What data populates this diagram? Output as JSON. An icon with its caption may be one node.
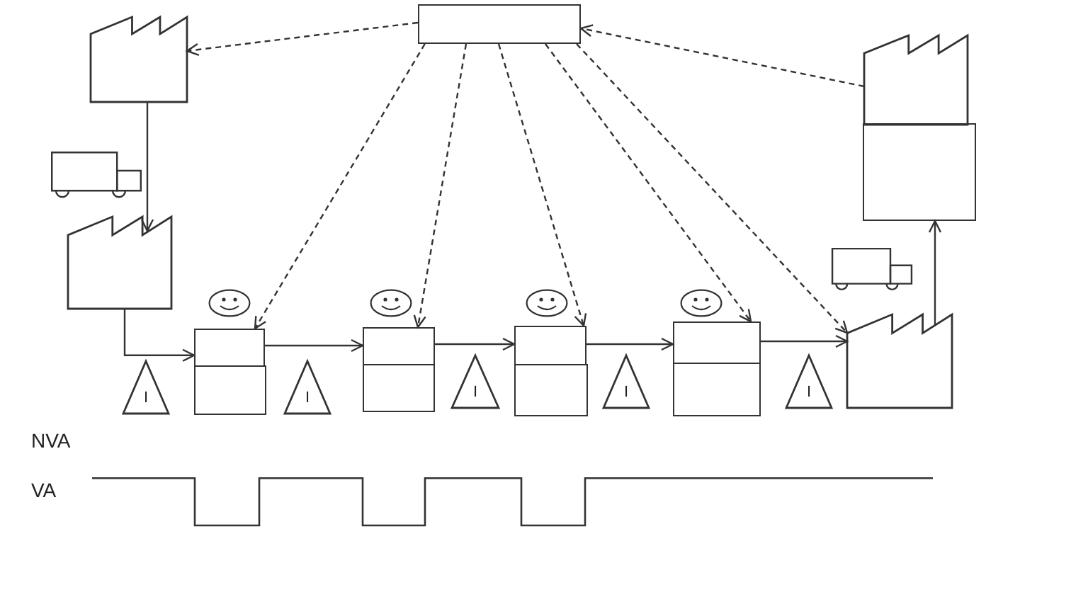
{
  "diagram": {
    "nodes": [
      {
        "text": [],
        "shape": "box"
      },
      {
        "text": [],
        "shape": "factory"
      },
      {
        "text": [],
        "shape": "factory"
      },
      {
        "text": [],
        "shape": "box"
      },
      {
        "text": [],
        "shape": "factory"
      },
      {
        "text": [
          "I"
        ]
      },
      {
        "text": [],
        "shape": "box"
      },
      {
        "text": [],
        "shape": "box"
      },
      {
        "text": [
          "I"
        ]
      },
      {
        "text": [],
        "shape": "box"
      },
      {
        "text": [],
        "shape": "box"
      },
      {
        "text": [
          "I"
        ]
      },
      {
        "text": [],
        "shape": "box"
      },
      {
        "text": [],
        "shape": "box"
      },
      {
        "text": [
          "I"
        ]
      },
      {
        "text": [],
        "shape": "box"
      },
      {
        "text": [],
        "shape": "box"
      },
      {
        "text": [
          "I"
        ]
      },
      {
        "text": [],
        "shape": "factory"
      }
    ],
    "edges": [
      {
        "from": 0,
        "to": 1,
        "arrow": "to",
        "style": "dashed"
      },
      {
        "from": 2,
        "to": 0,
        "arrow": "to",
        "style": "dashed"
      },
      {
        "from": 1,
        "to": 4,
        "arrow": "to"
      },
      {
        "from": 0,
        "to": 6,
        "arrow": "to",
        "style": "dashed"
      },
      {
        "from": 0,
        "to": 9,
        "arrow": "to",
        "style": "dashed"
      },
      {
        "from": 0,
        "to": 12,
        "arrow": "to",
        "style": "dashed"
      },
      {
        "from": 0,
        "to": 15,
        "arrow": "to",
        "style": "dashed"
      },
      {
        "from": 0,
        "to": 18,
        "arrow": "to",
        "style": "dashed"
      },
      {
        "from": 4,
        "to": 6,
        "arrow": "to"
      },
      {
        "from": 6,
        "to": 9,
        "arrow": "to"
      },
      {
        "from": 9,
        "to": 12,
        "arrow": "to"
      },
      {
        "from": 12,
        "to": 15,
        "arrow": "to"
      },
      {
        "from": 15,
        "to": 18,
        "arrow": "to"
      },
      {
        "from": 18,
        "to": 3,
        "arrow": "to"
      }
    ],
    "labels": [
      "NVA",
      "VA"
    ]
  }
}
